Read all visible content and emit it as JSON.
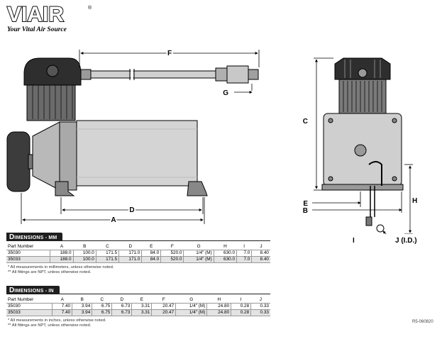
{
  "brand": {
    "logo_text": "VIAIR",
    "registered_mark": "®",
    "tagline": "Your Vital Air Source"
  },
  "callouts": {
    "a": "A",
    "b": "B",
    "c": "C",
    "d": "D",
    "e": "E",
    "f": "F",
    "g": "G",
    "h": "H",
    "i": "I",
    "j": "J (I.D.)"
  },
  "tables": {
    "mm": {
      "title_cap": "D",
      "title_rest": "IMENSIONS",
      "title_unit": " - MM",
      "headers": [
        "Part Number",
        "A",
        "B",
        "C",
        "D",
        "E",
        "F",
        "G",
        "H",
        "I",
        "J"
      ],
      "rows": [
        [
          "35030",
          "188.0",
          "100.0",
          "171.5",
          "171.0",
          "84.0",
          "520.0",
          "1/4\" (M)",
          "630.0",
          "7.0",
          "8.40"
        ],
        [
          "35033",
          "188.0",
          "100.0",
          "171.5",
          "171.0",
          "84.0",
          "520.0",
          "1/4\" (M)",
          "630.0",
          "7.0",
          "8.40"
        ]
      ],
      "notes": [
        "* All measurements in millimeters, unless otherwise noted.",
        "** All fittings are NPT, unless otherwise noted."
      ]
    },
    "in": {
      "title_cap": "D",
      "title_rest": "IMENSIONS",
      "title_unit": " - IN",
      "headers": [
        "Part Number",
        "A",
        "B",
        "C",
        "D",
        "E",
        "F",
        "G",
        "H",
        "I",
        "J"
      ],
      "rows": [
        [
          "35030",
          "7.40",
          "3.94",
          "6.75",
          "6.73",
          "3.31",
          "20.47",
          "1/4\" (M)",
          "24.80",
          "0.28",
          "0.33"
        ],
        [
          "35033",
          "7.40",
          "3.94",
          "6.75",
          "6.73",
          "3.31",
          "20.47",
          "1/4\" (M)",
          "24.80",
          "0.28",
          "0.33"
        ]
      ],
      "notes": [
        "* All measurements in inches, unless otherwise noted.",
        "** All fittings are NPT, unless otherwise noted."
      ]
    }
  },
  "document_number": "R5-060820"
}
